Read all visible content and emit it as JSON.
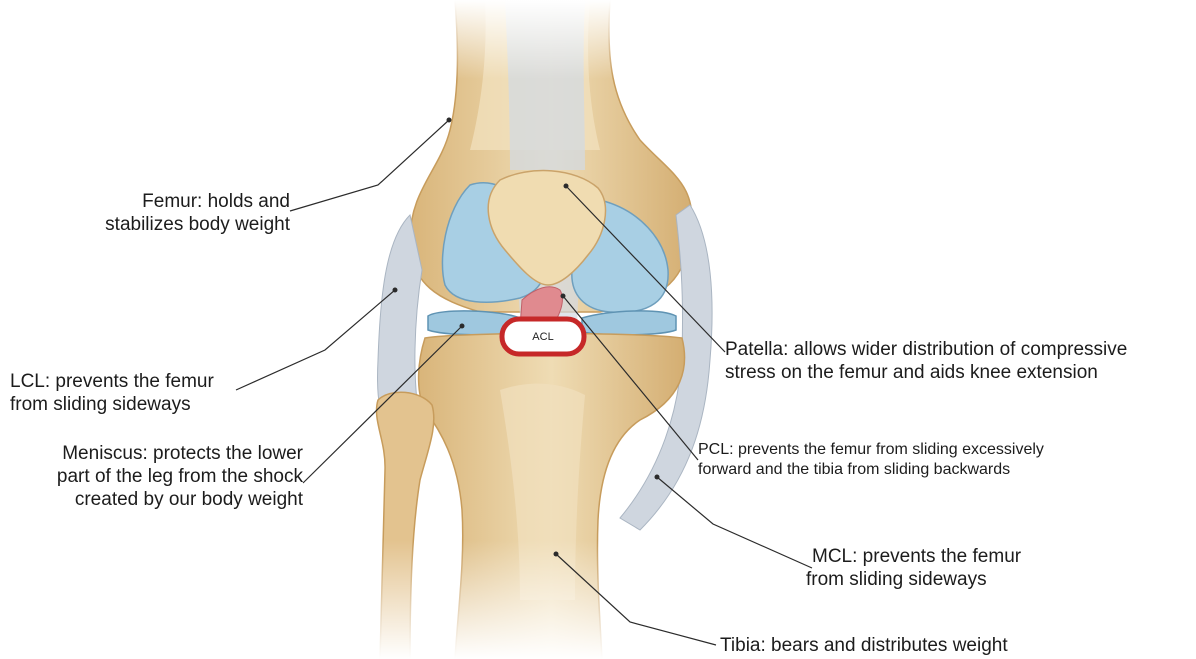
{
  "labels": {
    "femur": [
      "Femur: holds and",
      "stabilizes  body weight"
    ],
    "lcl": [
      "LCL: prevents the femur",
      "from sliding sideways"
    ],
    "meniscus": [
      "Meniscus: protects the lower",
      "part of the leg from the shock",
      "created by our body weight"
    ],
    "patella": [
      "Patella: allows wider distribution of compressive",
      "stress on the femur and aids knee extension"
    ],
    "pcl": [
      "PCL: prevents the femur from sliding excessively",
      "forward and the tibia from sliding backwards"
    ],
    "mcl": [
      "MCL: prevents the femur",
      "from sliding sideways"
    ],
    "tibia": [
      "Tibia: bears and distributes weight"
    ],
    "acl": "ACL"
  },
  "colors": {
    "bone": "#e9d3a6",
    "bone_shadow": "#d2ae72",
    "cartilage": "#a8cfe4",
    "ligament": "#c9d1dc",
    "acl_ring": "#c62828",
    "leader": "#2b2b2b"
  }
}
